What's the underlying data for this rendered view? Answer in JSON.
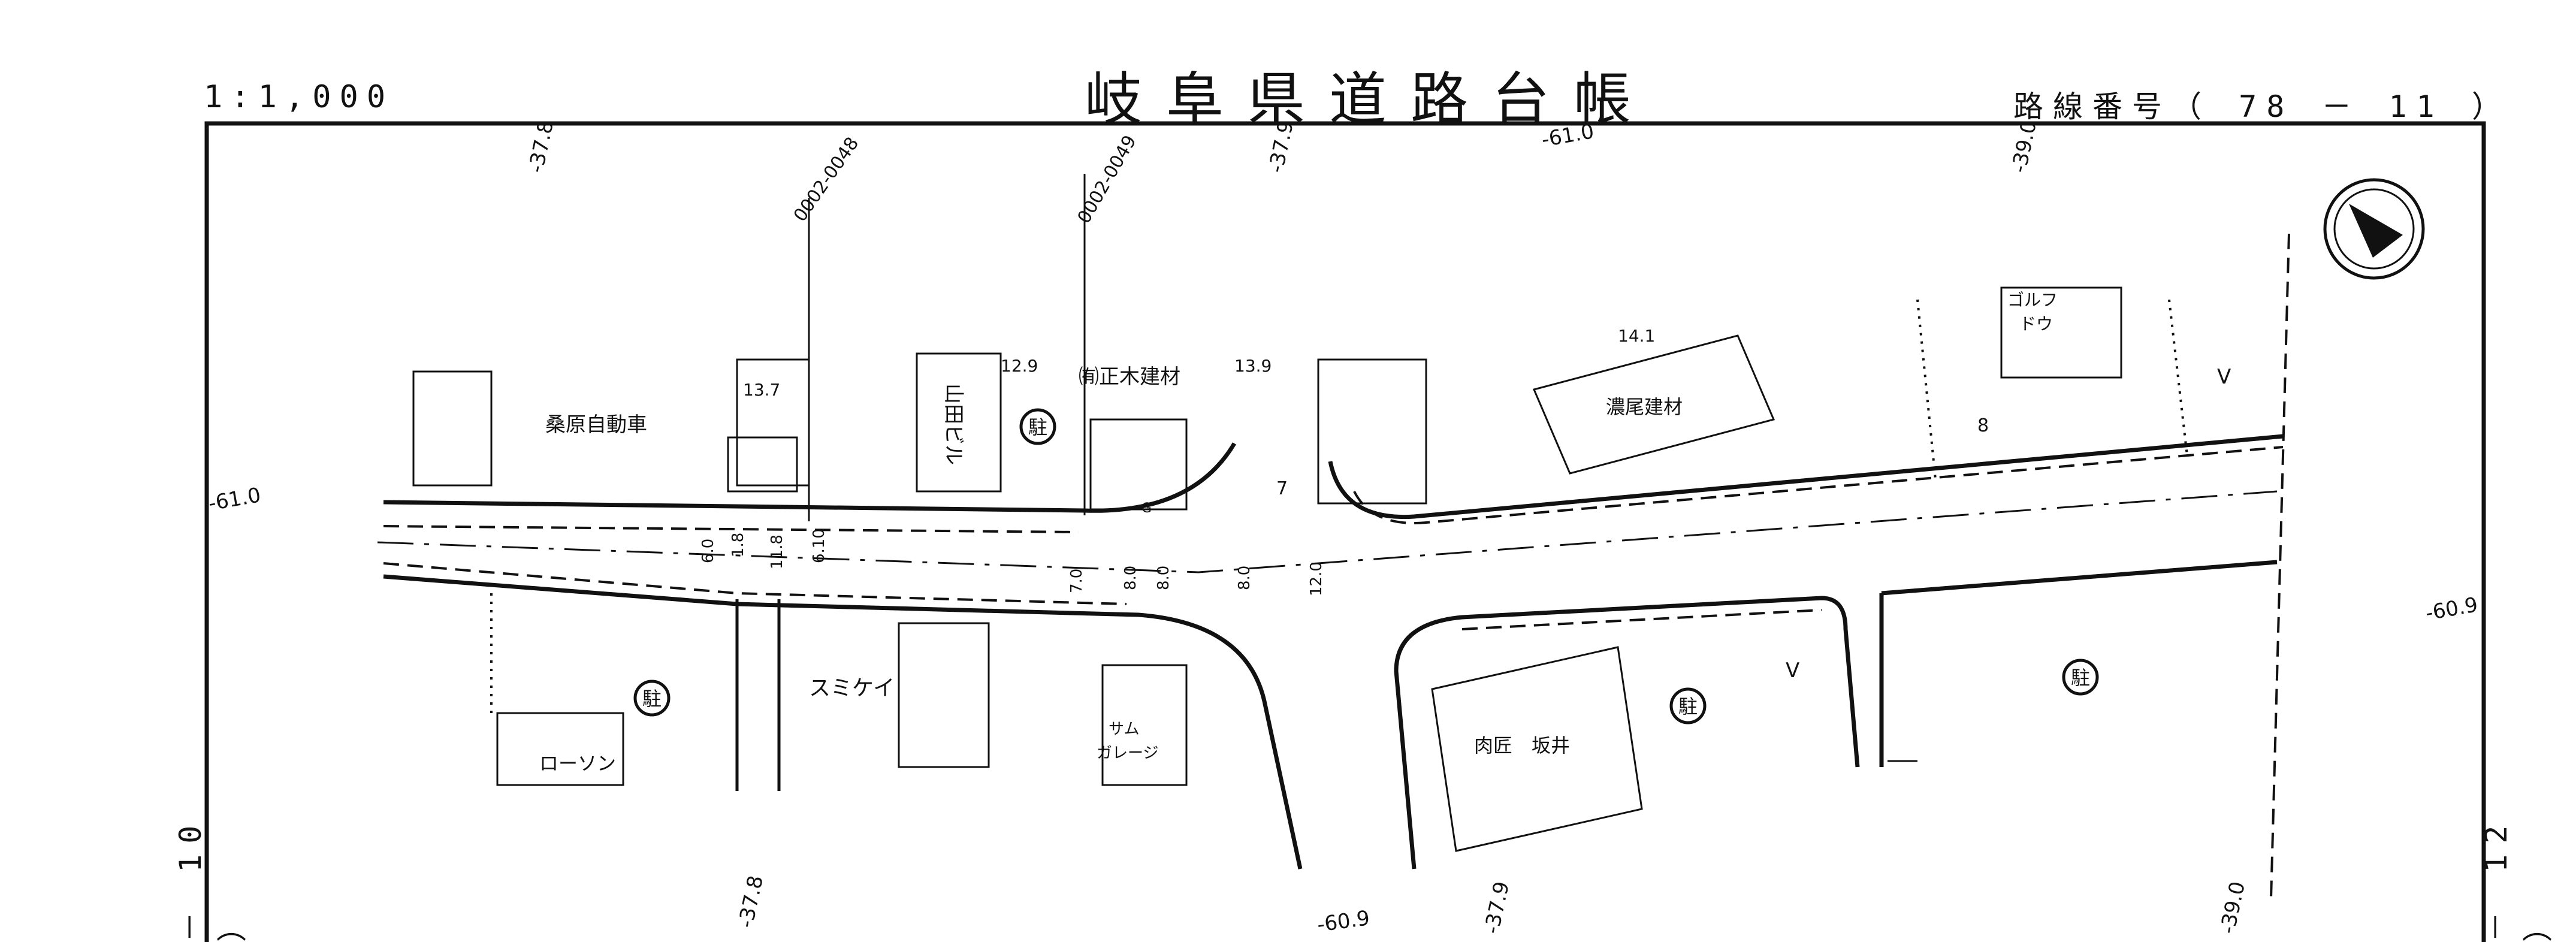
{
  "header": {
    "scale": "1:1,000",
    "title": "岐阜県道路台帳",
    "route_number": "路線番号（ 78 － 11 ）"
  },
  "adjacent_sheets": {
    "left": "－ 10 ）",
    "right": "－ 12 ）"
  },
  "survey_points": [
    "0002-0048",
    "0002-0049"
  ],
  "coordinates": {
    "top": [
      "-37.8",
      "-37.9",
      "-61.0",
      "-39.0"
    ],
    "bottom": [
      "-37.8",
      "-60.9",
      "-37.9",
      "-39.0"
    ],
    "left": "-61.0",
    "right": "-60.9"
  },
  "buildings": {
    "kuwahara": "桑原自動車",
    "yamada": "山田ビル",
    "masaki": "㈲正木建材",
    "noubi": "濃尾建材",
    "golf": "ゴルフ",
    "golf2": "ドウ",
    "lawson": "ローソン",
    "sumikei": "スミケイ",
    "sam": "サム",
    "garage": "ガレージ",
    "nikusho": "肉匠　坂井"
  },
  "elevations": [
    "13.7",
    "12.9",
    "13.9",
    "14.1"
  ],
  "widths": [
    "6.0",
    "1.8",
    "11.8",
    "6.10",
    "7.0",
    "8.0",
    "8.0",
    "8.0",
    "12.0"
  ],
  "other_labels": {
    "parking": "駐",
    "g": "G",
    "seven": "7",
    "eight": "8",
    "check": "V"
  }
}
